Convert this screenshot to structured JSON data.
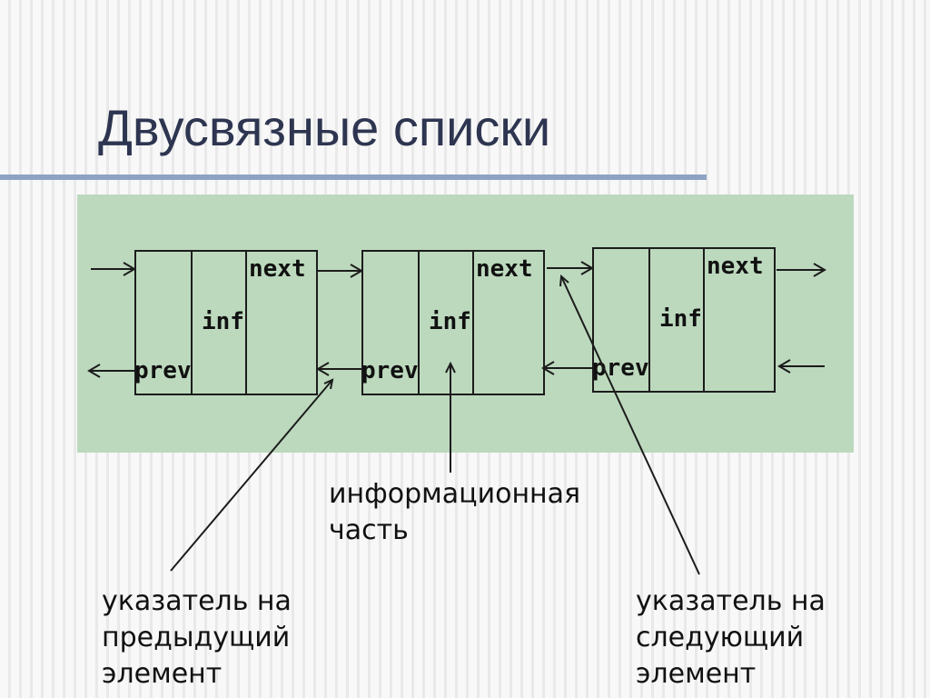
{
  "slide": {
    "title": "Двусвязные списки"
  },
  "diagram": {
    "nodes": [
      {
        "prev_label": "prev",
        "inf_label": "inf",
        "next_label": "next"
      },
      {
        "prev_label": "prev",
        "inf_label": "inf",
        "next_label": "next"
      },
      {
        "prev_label": "prev",
        "inf_label": "inf",
        "next_label": "next"
      }
    ],
    "colors": {
      "panel_background": "#bcd9bd",
      "title_text": "#2d3550",
      "title_rule": "#8ea3c4",
      "outline": "#1c1c1c"
    }
  },
  "captions": {
    "information_part": [
      "информационная",
      "часть"
    ],
    "prev_pointer": [
      "указатель на",
      "предыдущий",
      "элемент"
    ],
    "next_pointer": [
      "указатель на",
      "следующий",
      "элемент"
    ]
  }
}
